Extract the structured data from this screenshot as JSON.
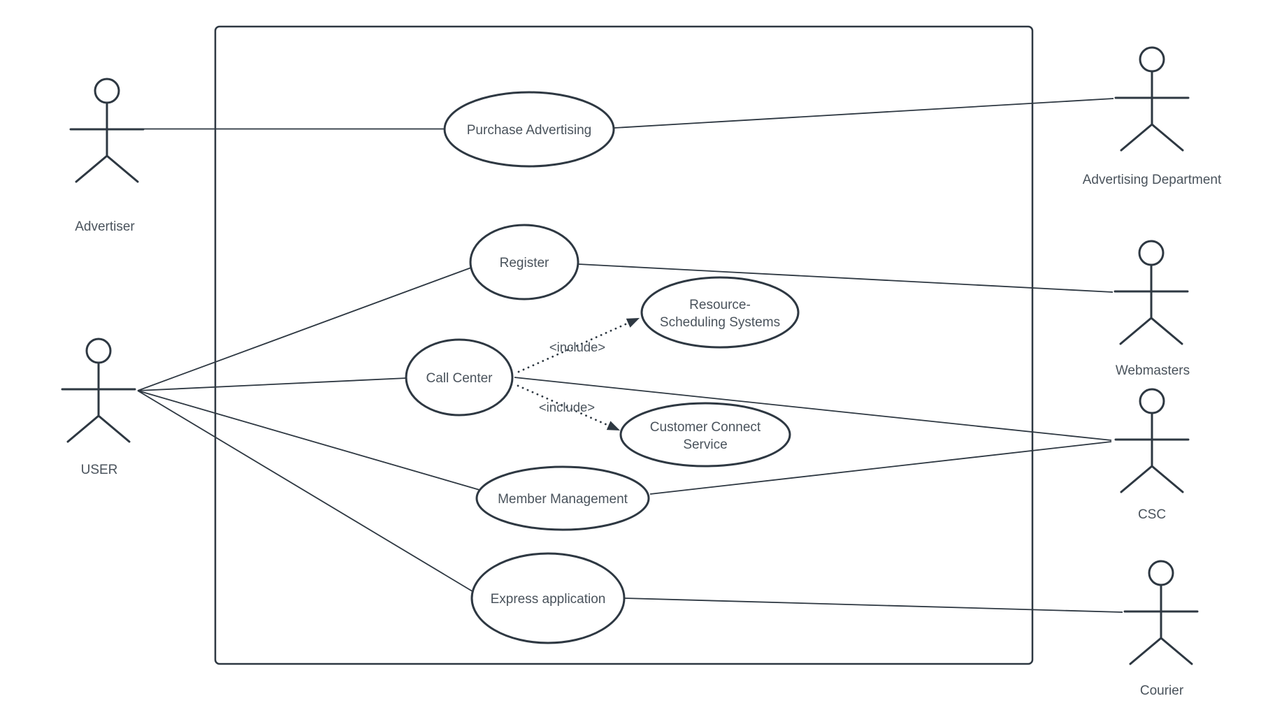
{
  "colors": {
    "stroke": "#2e3842",
    "text": "#4a535c",
    "canvas": "#ffffff"
  },
  "diagram": {
    "actors": [
      {
        "name": "Advertiser"
      },
      {
        "name": "USER"
      },
      {
        "name": "Advertising Department"
      },
      {
        "name": "Webmasters"
      },
      {
        "name": "CSC"
      },
      {
        "name": "Courier"
      }
    ],
    "use_cases": [
      {
        "label": "Purchase Advertising"
      },
      {
        "label": "Register"
      },
      {
        "lines": [
          "Resource-",
          "Scheduling Systems"
        ]
      },
      {
        "label": "Call Center"
      },
      {
        "lines": [
          "Customer Connect",
          "Service"
        ]
      },
      {
        "label": "Member Management"
      },
      {
        "label": "Express application"
      }
    ],
    "include_labels": [
      "<include>",
      "<include>"
    ]
  }
}
